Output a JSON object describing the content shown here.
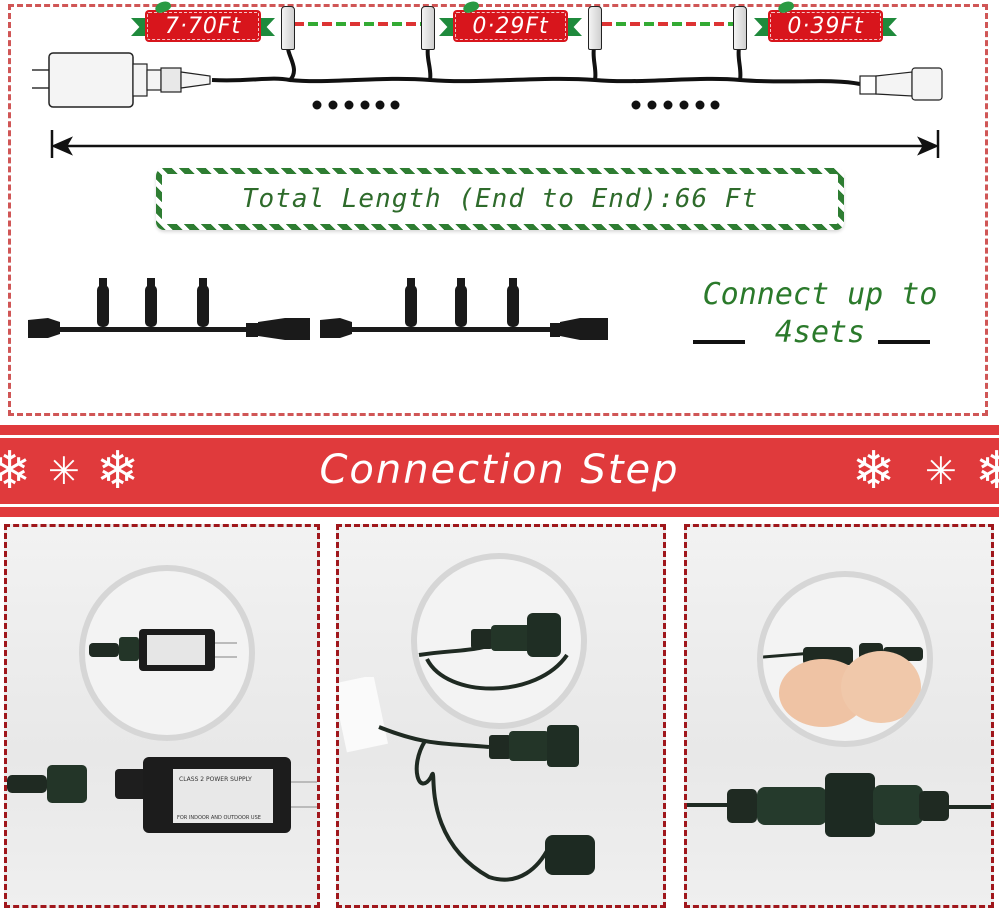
{
  "diagram": {
    "segment_labels": [
      {
        "text": "7·70Ft"
      },
      {
        "text": "0·29Ft"
      },
      {
        "text": "0·39Ft"
      }
    ],
    "ellipsis_dots": [
      "••••••",
      "••••••"
    ],
    "total_length": "Total Length (End to End):66 Ft",
    "connect_line1": "Connect up to",
    "connect_line2": "4sets"
  },
  "banner": {
    "title": "Connection Step",
    "icons": [
      "snowflake-icon",
      "asterisk-icon",
      "snowflake-icon",
      "snowflake-icon",
      "asterisk-icon",
      "snowflake-icon"
    ]
  },
  "steps": [
    {
      "name": "power-adapter",
      "adapter_label": [
        "CLASS 2 POWER SUPPLY",
        "FOR INDOOR AND OUTDOOR USE"
      ]
    },
    {
      "name": "connector-cap"
    },
    {
      "name": "connect-plugs"
    }
  ],
  "colors": {
    "red": "#d8151c",
    "banner_red": "#e03a3c",
    "green": "#2e7d32",
    "dash_red": "#d05656",
    "card_border": "#a0171c"
  }
}
